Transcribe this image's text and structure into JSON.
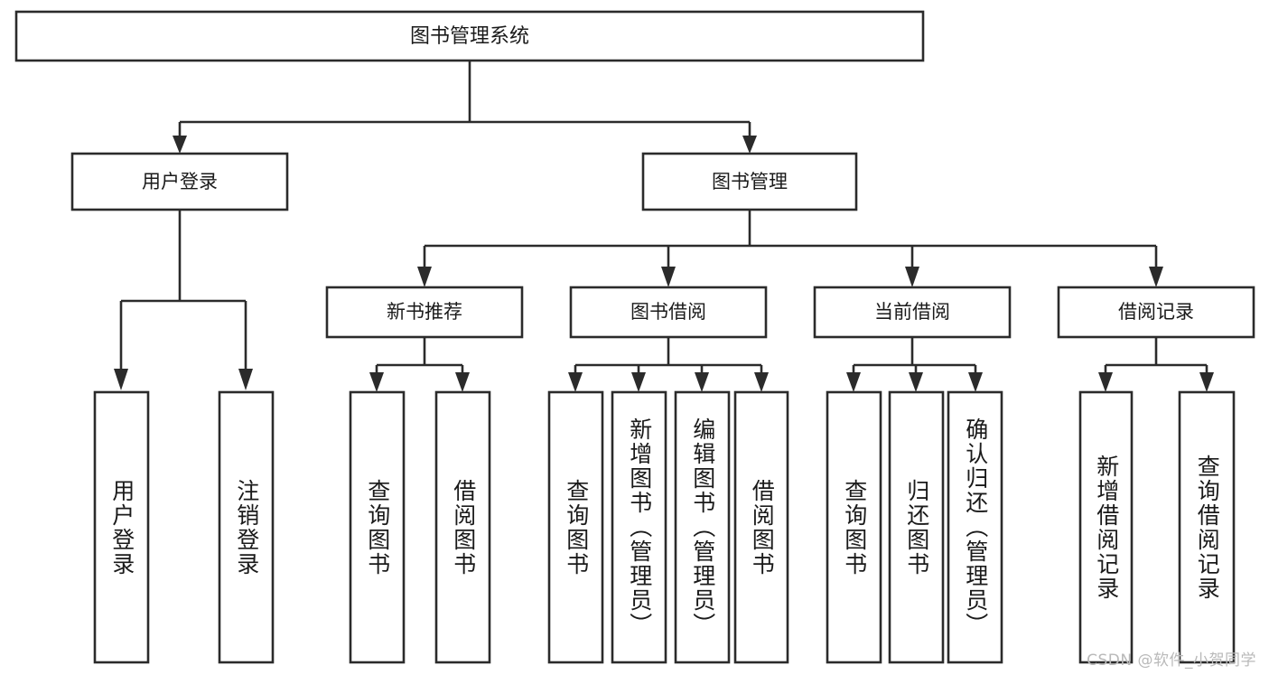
{
  "diagram": {
    "title": "图书管理系统",
    "type": "hierarchy-tree",
    "root": {
      "id": "root",
      "label": "图书管理系统"
    },
    "tier2": [
      {
        "id": "user-login",
        "label": "用户登录"
      },
      {
        "id": "book-manage",
        "label": "图书管理"
      }
    ],
    "tier3": [
      {
        "id": "new-book-rec",
        "label": "新书推荐",
        "parent": "book-manage"
      },
      {
        "id": "book-borrow",
        "label": "图书借阅",
        "parent": "book-manage"
      },
      {
        "id": "current-borrow",
        "label": "当前借阅",
        "parent": "book-manage"
      },
      {
        "id": "borrow-record",
        "label": "借阅记录",
        "parent": "book-manage"
      }
    ],
    "leaves": [
      {
        "id": "leaf-user-login",
        "label": "用户登录",
        "parent": "user-login"
      },
      {
        "id": "leaf-logout",
        "label": "注销登录",
        "parent": "user-login"
      },
      {
        "id": "leaf-query-book-1",
        "label": "查询图书",
        "parent": "new-book-rec"
      },
      {
        "id": "leaf-borrow-book-1",
        "label": "借阅图书",
        "parent": "new-book-rec"
      },
      {
        "id": "leaf-query-book-2",
        "label": "查询图书",
        "parent": "book-borrow"
      },
      {
        "id": "leaf-add-book",
        "label": "新增图书（管理员）",
        "parent": "book-borrow"
      },
      {
        "id": "leaf-edit-book",
        "label": "编辑图书（管理员）",
        "parent": "book-borrow"
      },
      {
        "id": "leaf-borrow-book-2",
        "label": "借阅图书",
        "parent": "book-borrow"
      },
      {
        "id": "leaf-query-book-3",
        "label": "查询图书",
        "parent": "current-borrow"
      },
      {
        "id": "leaf-return-book",
        "label": "归还图书",
        "parent": "current-borrow"
      },
      {
        "id": "leaf-confirm-return",
        "label": "确认归还（管理员）",
        "parent": "current-borrow"
      },
      {
        "id": "leaf-add-record",
        "label": "新增借阅记录",
        "parent": "borrow-record"
      },
      {
        "id": "leaf-query-record",
        "label": "查询借阅记录",
        "parent": "borrow-record"
      }
    ]
  },
  "watermark": {
    "text": "CSDN @软件_小贺同学"
  },
  "colors": {
    "stroke": "#2b2b2b",
    "fill": "#ffffff",
    "text": "#1a1a1a",
    "watermark": "#b9b9b9"
  }
}
